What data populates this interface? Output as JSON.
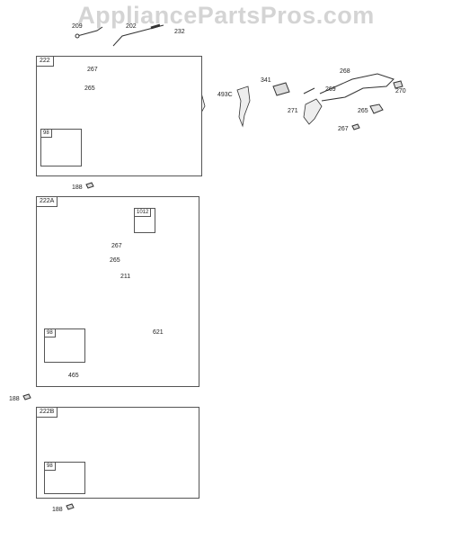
{
  "watermark": "AppliancePartsPros.com",
  "top_parts": {
    "p209": "209",
    "p202": "202",
    "p232": "232"
  },
  "box_222": {
    "label": "222",
    "p267": "267",
    "p265": "265",
    "inset": {
      "label": "98"
    }
  },
  "p188_a": "188",
  "right_group": {
    "p493c": "493C",
    "p341": "341",
    "p268": "268",
    "p269": "269",
    "p270": "270",
    "p271": "271",
    "p265": "265",
    "p267": "267"
  },
  "box_222a": {
    "label": "222A",
    "kit_label": "1012",
    "p267": "267",
    "p265": "265",
    "p211": "211",
    "p621": "621",
    "p465": "465",
    "inset": {
      "label": "98"
    }
  },
  "p188_b": "188",
  "box_222b": {
    "label": "222B",
    "inset": {
      "label": "98"
    }
  },
  "p188_c": "188"
}
